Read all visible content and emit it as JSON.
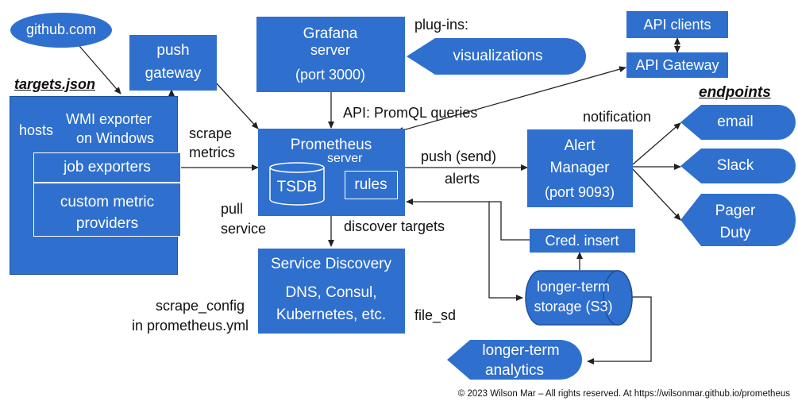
{
  "labels": {
    "github": "github.com",
    "targets": "targets.json",
    "push_gateway_1": "push",
    "push_gateway_2": "gateway",
    "hosts": "hosts",
    "wmi_1": "WMI exporter",
    "wmi_2": "on Windows",
    "job_exporters": "job exporters",
    "custom_1": "custom metric",
    "custom_2": "providers",
    "grafana": "Grafana",
    "grafana_server": "server",
    "grafana_port": "(port 3000)",
    "plugins": "plug-ins:",
    "visualizations": "visualizations",
    "api_clients": "API clients",
    "api_gateway": "API Gateway",
    "endpoints": "endpoints",
    "api_promql": "API: PromQL queries",
    "notification": "notification",
    "scrape_1": "scrape",
    "scrape_2": "metrics",
    "prometheus": "Prometheus",
    "prometheus_server": "server",
    "tsdb": "TSDB",
    "rules": "rules",
    "push_send": "push (send)",
    "alerts": "alerts",
    "alert_1": "Alert",
    "alert_2": "Manager",
    "alert_port": "(port 9093)",
    "email": "email",
    "slack": "Slack",
    "pager_1": "Pager",
    "pager_2": "Duty",
    "pull_1": "pull",
    "pull_2": "service",
    "discover": "discover targets",
    "cred": "Cred. insert",
    "sd_title": "Service Discovery",
    "sd_1": "DNS, Consul,",
    "sd_2": "Kubernetes, etc.",
    "storage_1": "longer-term",
    "storage_2": "storage (S3)",
    "scrape_config_1": "scrape_config",
    "scrape_config_2": "in prometheus.yml",
    "file_sd": "file_sd",
    "analytics_1": "longer-term",
    "analytics_2": "analytics",
    "copyright": "© 2023 Wilson Mar – All rights reserved. At https://wilsonmar.github.io/prometheus"
  },
  "colors": {
    "node_fill": "#2f6fce",
    "node_border": "#1f4f99",
    "node_text": "#ffffff",
    "arrow": "#222222"
  }
}
